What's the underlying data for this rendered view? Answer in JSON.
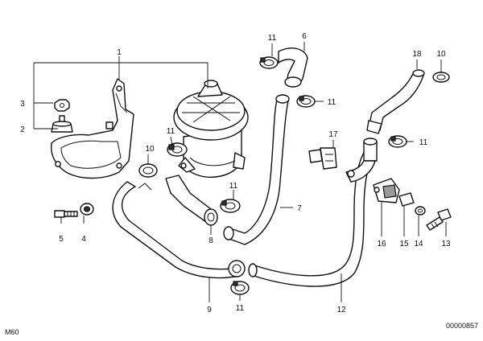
{
  "diagram": {
    "callouts": {
      "c1": "1",
      "c2": "2",
      "c3": "3",
      "c4": "4",
      "c5": "5",
      "c6": "6",
      "c7": "7",
      "c8": "8",
      "c9": "9",
      "c10a": "10",
      "c10b": "10",
      "c11a": "11",
      "c11b": "11",
      "c11c": "11",
      "c11d": "11",
      "c11e": "11",
      "c11f": "11",
      "c12": "12",
      "c13": "13",
      "c14": "14",
      "c15": "15",
      "c16": "16",
      "c17": "17",
      "c18": "18"
    },
    "footer_left": "M60",
    "footer_right": "00000857"
  }
}
